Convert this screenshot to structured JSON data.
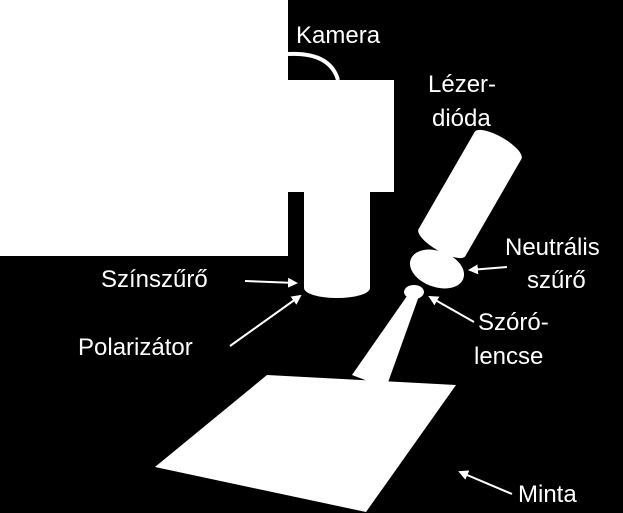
{
  "labels": {
    "camera": "Kamera",
    "laser_line1": "Lézer-",
    "laser_line2": "dióda",
    "neutral_line1": "Neutrális",
    "neutral_line2": "szűrő",
    "color_filter": "Színszűrő",
    "polarizer": "Polarizátor",
    "diffuser_line1": "Szóró-",
    "diffuser_line2": "lencse",
    "sample": "Minta"
  },
  "colors": {
    "background": "#000000",
    "foreground": "#ffffff"
  }
}
